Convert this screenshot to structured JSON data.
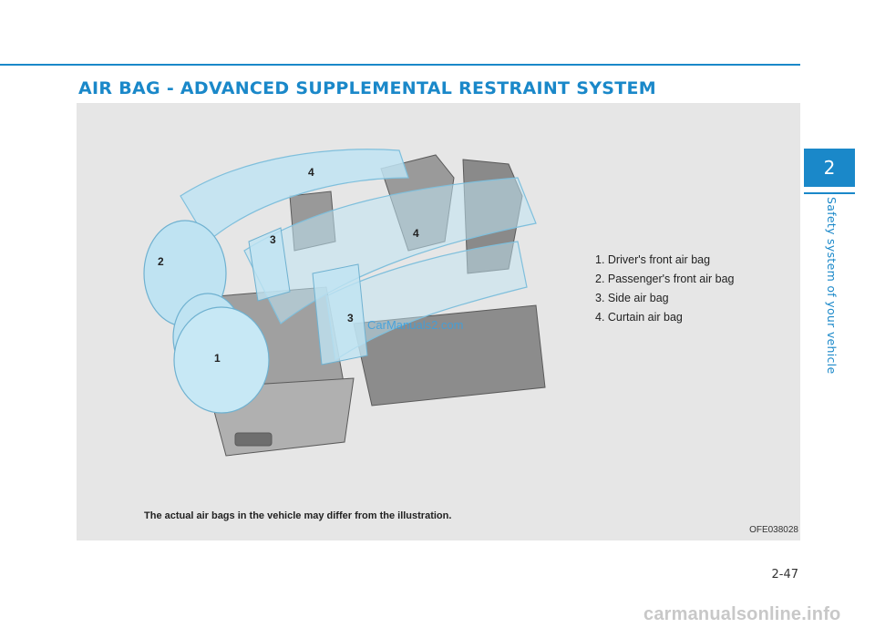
{
  "header": {
    "title": "AIR BAG - ADVANCED SUPPLEMENTAL RESTRAINT SYSTEM"
  },
  "figure": {
    "callouts": [
      "1",
      "2",
      "3",
      "3",
      "4",
      "4"
    ],
    "legend": [
      "1. Driver's front air bag",
      "2. Passenger's front air bag",
      "3. Side air bag",
      "4. Curtain air bag"
    ],
    "caption": "The actual air bags in the vehicle may differ from the illustration.",
    "code": "OFE038028",
    "watermark": "CarManuals2.com"
  },
  "side_tab": {
    "number": "2",
    "label": "Safety system of your vehicle"
  },
  "footer": {
    "page_number": "2-47",
    "site": "carmanualsonline.info"
  },
  "colors": {
    "accent": "#1a88c9",
    "panel": "#e6e6e6",
    "airbag": "#bfe3f2"
  }
}
